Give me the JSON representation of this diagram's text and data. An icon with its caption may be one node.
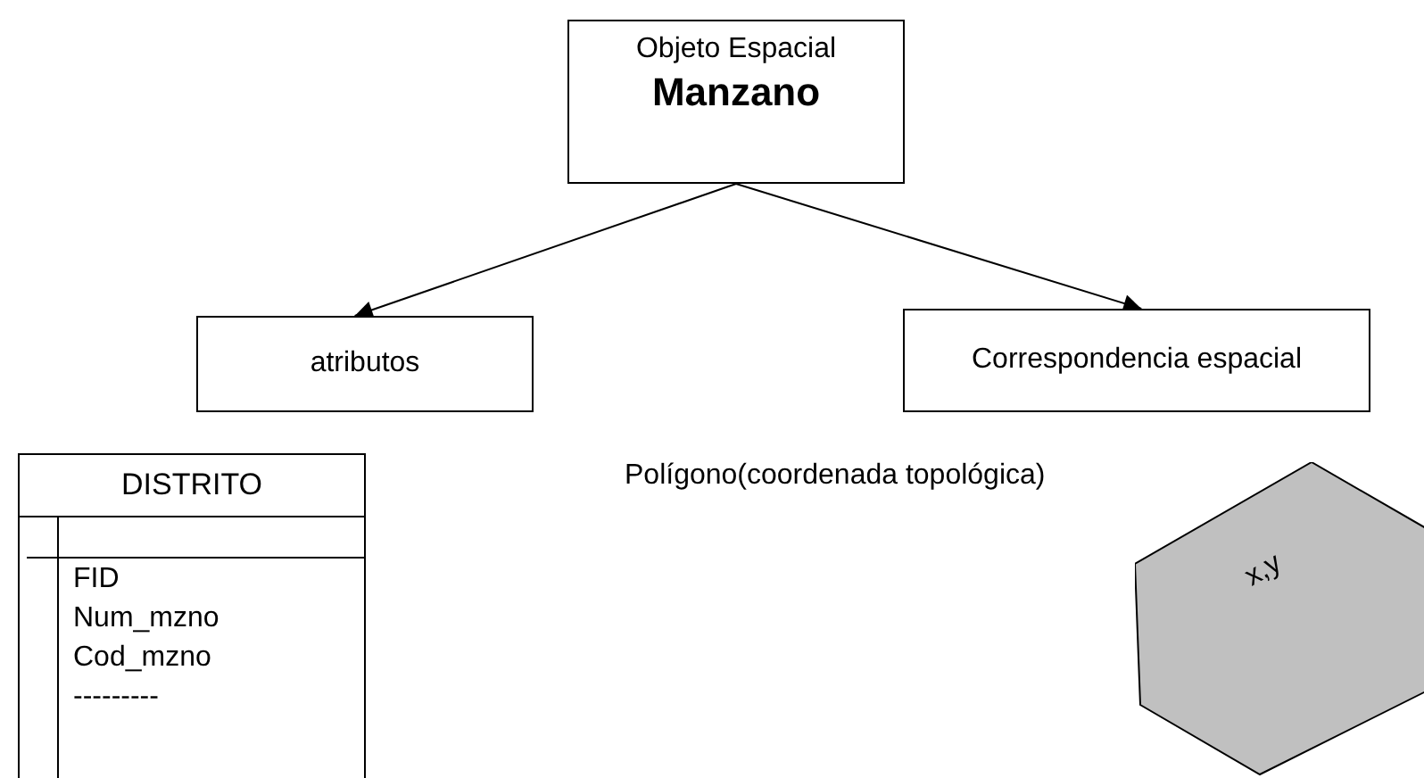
{
  "diagram": {
    "nodes": [
      {
        "text": [
          "Objeto Espacial",
          "Manzano"
        ]
      },
      {
        "text": [
          "atributos"
        ]
      },
      {
        "text": [
          "Correspondencia espacial"
        ]
      },
      {
        "text": [
          "DISTRITO",
          "FID",
          "Num_mzno",
          "Cod_mzno",
          "---------"
        ]
      },
      {
        "text": [
          "x,y"
        ]
      }
    ],
    "edges": [
      {
        "from": 0,
        "to": 1,
        "arrow": "to"
      },
      {
        "from": 0,
        "to": 2,
        "arrow": "to"
      }
    ],
    "labels": [
      "Polígono(coordenada topológica)"
    ]
  }
}
